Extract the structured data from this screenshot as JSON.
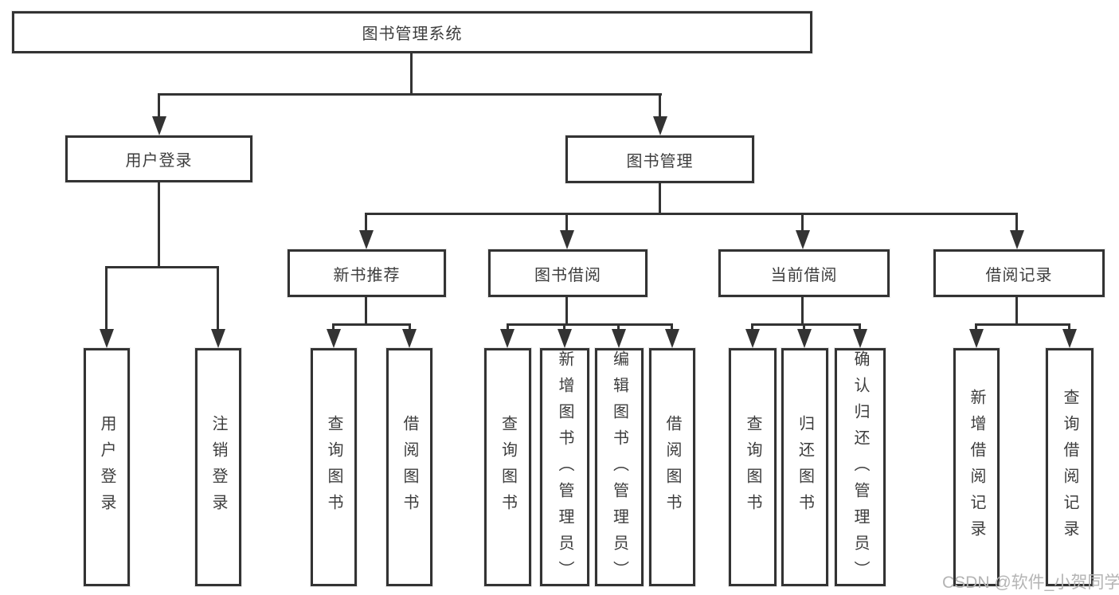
{
  "diagram": {
    "title": "图书管理系统",
    "branches": [
      {
        "label": "用户登录",
        "children": [
          "用户登录",
          "注销登录"
        ]
      },
      {
        "label": "图书管理",
        "modules": [
          {
            "label": "新书推荐",
            "children": [
              "查询图书",
              "借阅图书"
            ]
          },
          {
            "label": "图书借阅",
            "children": [
              "查询图书",
              "新增图书（管理员）",
              "编辑图书（管理员）",
              "借阅图书"
            ]
          },
          {
            "label": "当前借阅",
            "children": [
              "查询图书",
              "归还图书",
              "确认归还（管理员）"
            ]
          },
          {
            "label": "借阅记录",
            "children": [
              "新增借阅记录",
              "查询借阅记录"
            ]
          }
        ]
      }
    ]
  },
  "watermark": "CSDN @软件_小贺同学",
  "colors": {
    "line": "#333333",
    "text": "#3d3d3d",
    "watermark": "#b4b4b4",
    "background": "#ffffff"
  }
}
